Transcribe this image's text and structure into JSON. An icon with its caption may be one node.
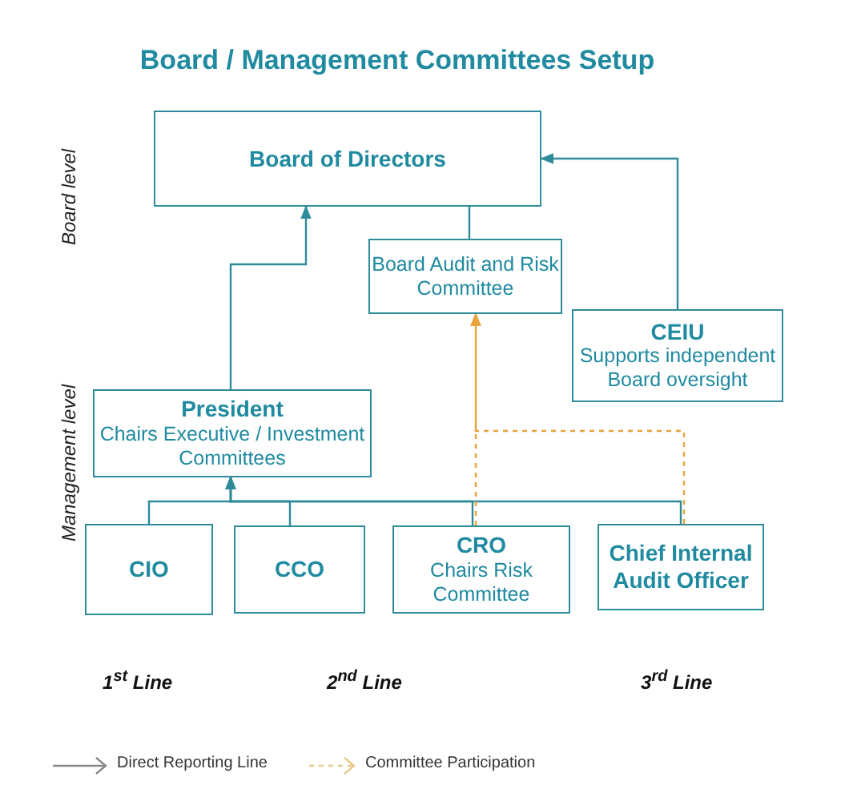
{
  "diagram": {
    "title": "Board / Management Committees Setup",
    "nodes": [
      {
        "text": [
          "Board of Directors"
        ]
      },
      {
        "text": [
          "Board Audit and Risk Committee"
        ]
      },
      {
        "text": [
          "CEIU",
          "Supports independent Board oversight"
        ]
      },
      {
        "text": [
          "President",
          "Chairs Executive / Investment Committees"
        ]
      },
      {
        "text": [
          "CIO"
        ]
      },
      {
        "text": [
          "CCO"
        ]
      },
      {
        "text": [
          "CRO",
          "Chairs Risk Committee"
        ]
      },
      {
        "text": [
          "Chief Internal Audit Officer"
        ]
      }
    ],
    "edges": [
      {
        "from": 3,
        "to": 0,
        "arrow": "to"
      },
      {
        "from": 2,
        "to": 0,
        "arrow": "to"
      },
      {
        "from": 0,
        "to": 1,
        "arrow": "none"
      },
      {
        "from": 4,
        "to": 3,
        "arrow": "to"
      },
      {
        "from": 5,
        "to": 3,
        "arrow": "to"
      },
      {
        "from": 6,
        "to": 3,
        "arrow": "to"
      },
      {
        "from": 7,
        "to": 3,
        "arrow": "to"
      },
      {
        "from": 6,
        "to": 1,
        "arrow": "to",
        "style": "dashed",
        "color": "#e8a33c"
      },
      {
        "from": 7,
        "to": 1,
        "arrow": "to",
        "style": "dashed",
        "color": "#e8a33c"
      }
    ],
    "labels": [
      "Board level",
      "Management level",
      "1$^{st}$ Line",
      "2$^{nd}$ Line",
      "3$^{rd}$ Line"
    ],
    "legend": [
      {
        "text": "Direct Reporting Line"
      },
      {
        "text": "Committee Participation"
      }
    ]
  }
}
